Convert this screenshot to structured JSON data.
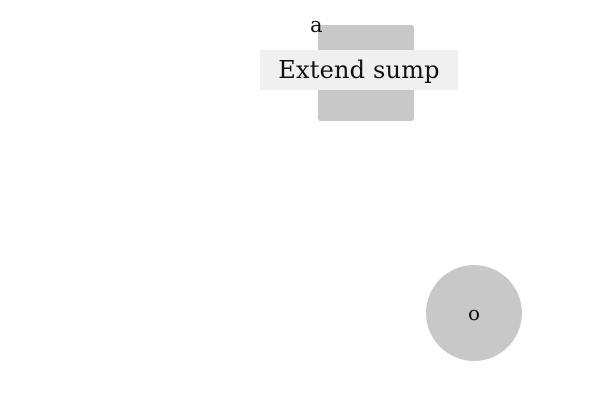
{
  "elements": {
    "square": {
      "label": "a",
      "tooltip": "Extend sump"
    },
    "circle": {
      "label": "o"
    }
  },
  "colors": {
    "background": "#ffffff",
    "shape_fill": "#c8c8c8",
    "tooltip_bg": "#f0f0f0",
    "text": "#111111"
  }
}
